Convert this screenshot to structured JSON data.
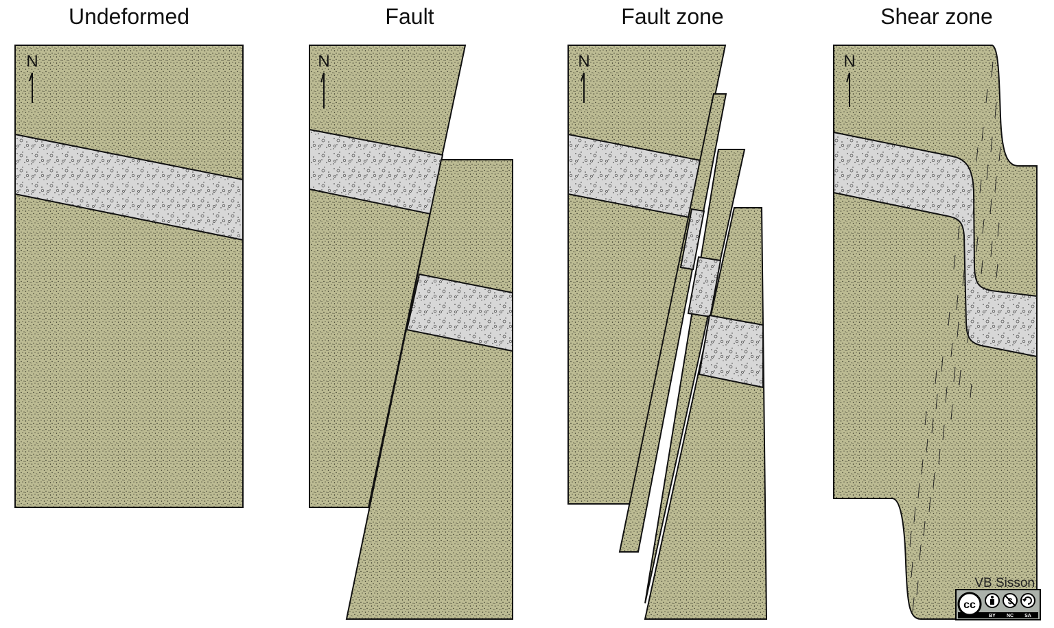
{
  "panels": [
    {
      "title": "Undeformed",
      "north": "N"
    },
    {
      "title": "Fault",
      "north": "N"
    },
    {
      "title": "Fault zone",
      "north": "N"
    },
    {
      "title": "Shear zone",
      "north": "N"
    }
  ],
  "credit": {
    "author": "VB Sisson",
    "license_icons": [
      "cc-icon",
      "by-icon",
      "nc-icon",
      "sa-icon"
    ],
    "license_labels": [
      "BY",
      "NC",
      "SA"
    ]
  },
  "colors": {
    "host_rock": "#bcbb93",
    "layer": "#d7d7d7",
    "outline": "#111111"
  }
}
